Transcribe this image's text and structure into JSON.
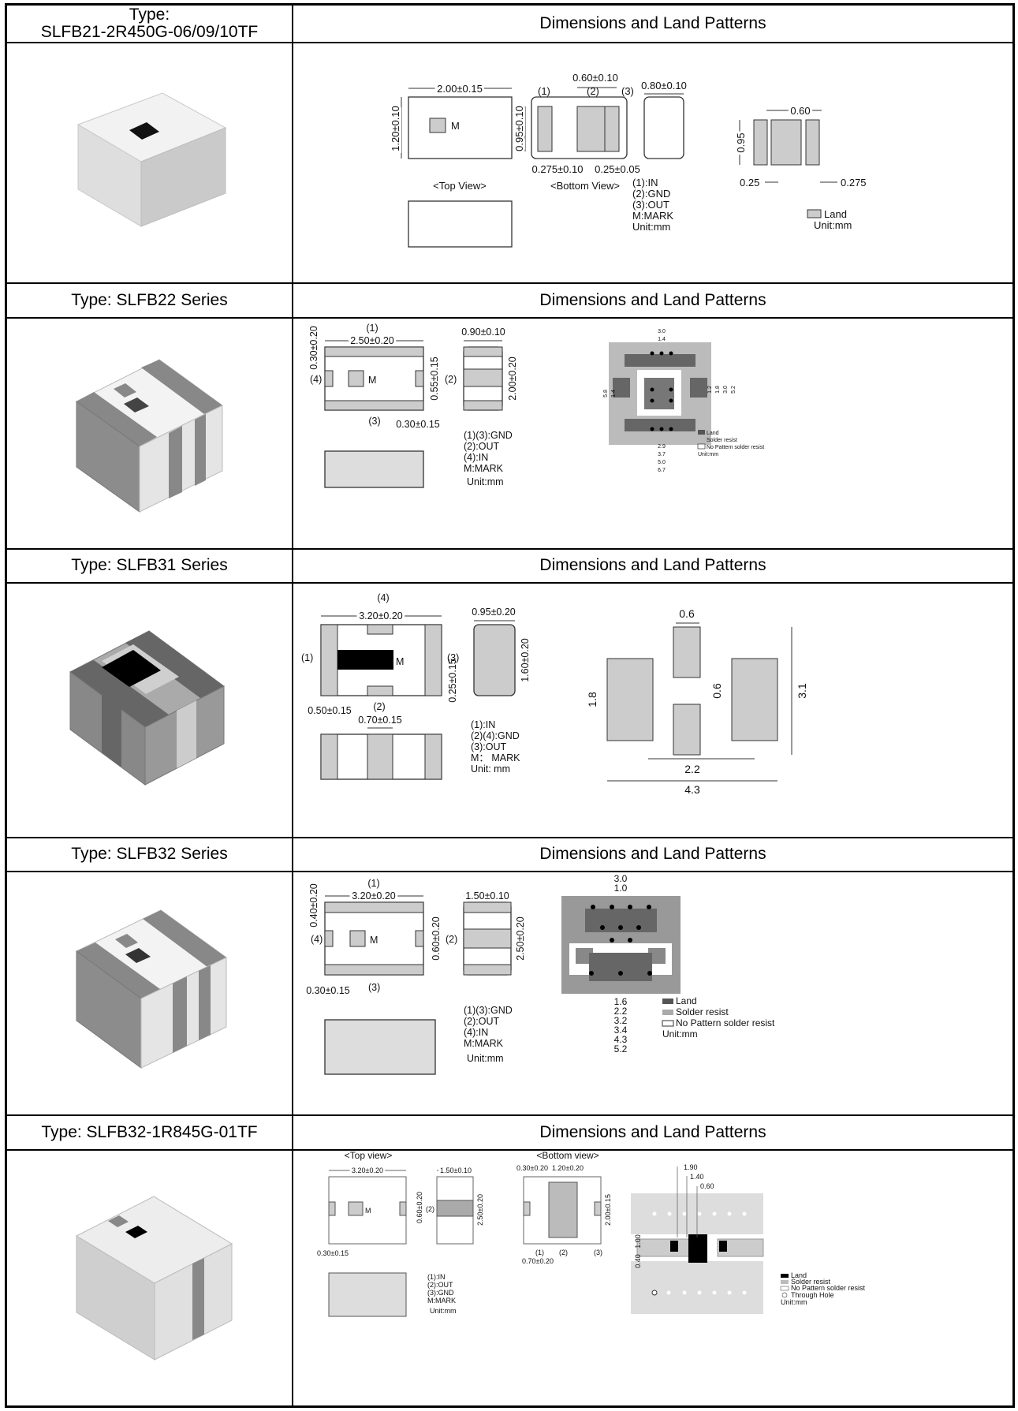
{
  "sections": [
    {
      "type_label": "Type:\nSLFB21-2R450G-06/09/10TF",
      "dims_label": "Dimensions and Land Patterns",
      "drawing": {
        "top_width": "2.00±0.15",
        "top_height": "1.20±0.10",
        "mark": "M",
        "top_view_caption": "<Top View>",
        "bottom_view_caption": "<Bottom View>",
        "pin1": "(1)",
        "pin2": "(2)",
        "pin3": "(3)",
        "mid_width": "0.60±0.10",
        "bottom_height": "0.95±0.10",
        "left_term": "0.275±0.10",
        "right_term": "0.25±0.05",
        "side_width": "0.80±0.10",
        "legend": [
          "(1):IN",
          "(2):GND",
          "(3):OUT",
          "M:MARK",
          "Unit:mm"
        ],
        "land_gap": "0.60",
        "land_height": "0.95",
        "land_left": "0.25",
        "land_right": "0.275",
        "land_legend": "Land",
        "land_unit": "Unit:mm"
      }
    },
    {
      "type_label": "Type: SLFB22 Series",
      "dims_label": "Dimensions and Land Patterns",
      "drawing": {
        "pin1": "(1)",
        "pin2": "(2)",
        "pin3": "(3)",
        "pin4": "(4)",
        "mark": "M",
        "width": "2.50±0.20",
        "top_band": "0.30±0.20",
        "pad_height": "0.55±0.15",
        "pad_width": "0.30±0.15",
        "side_width": "0.90±0.10",
        "side_height": "2.00±0.20",
        "legend": [
          "(1)(3):GND",
          "(2):OUT",
          "(4):IN",
          "M:MARK",
          "Unit:mm"
        ],
        "lp_top": [
          "3.0",
          "1.4"
        ],
        "lp_left": [
          "5.8",
          "1.4"
        ],
        "lp_right": [
          "1.2",
          "1.8",
          "3.0",
          "5.2"
        ],
        "lp_bottom": [
          "2.9",
          "3.7",
          "5.0",
          "6.7"
        ],
        "lp_legend": [
          "Land",
          "Solder resist",
          "No Pattern solder resist",
          "Unit:mm"
        ]
      }
    },
    {
      "type_label": "Type: SLFB31 Series",
      "dims_label": "Dimensions and Land Patterns",
      "drawing": {
        "pin1": "(1)",
        "pin2": "(2)",
        "pin3": "(3)",
        "pin4": "(4)",
        "mark": "M",
        "width": "3.20±0.20",
        "term_width": "0.50±0.15",
        "pad_height": "0.25±0.15",
        "gnd_width": "0.70±0.15",
        "side_width": "0.95±0.20",
        "side_height": "1.60±0.20",
        "legend": [
          "(1):IN",
          "(2)(4):GND",
          "(3):OUT",
          "M： MARK",
          "Unit: mm"
        ],
        "lp_pad_w": "0.6",
        "lp_gap": "0.6",
        "lp_h": "1.8",
        "lp_total_h": "3.1",
        "lp_inner": "2.2",
        "lp_total_w": "4.3"
      }
    },
    {
      "type_label": "Type: SLFB32 Series",
      "dims_label": "Dimensions and Land Patterns",
      "drawing": {
        "pin1": "(1)",
        "pin2": "(2)",
        "pin3": "(3)",
        "pin4": "(4)",
        "mark": "M",
        "width": "3.20±0.20",
        "top_band": "0.40±0.20",
        "pad_height": "0.60±0.20",
        "pad_width": "0.30±0.15",
        "side_width": "1.50±0.10",
        "side_height": "2.50±0.20",
        "legend": [
          "(1)(3):GND",
          "(2):OUT",
          "(4):IN",
          "M:MARK",
          "Unit:mm"
        ],
        "lp_top": [
          "3.0",
          "1.0"
        ],
        "lp_bottom": [
          "1.6",
          "2.2",
          "3.2",
          "3.4",
          "4.3",
          "5.2"
        ],
        "lp_legend": [
          "Land",
          "Solder resist",
          "No Pattern solder resist",
          "Unit:mm"
        ]
      }
    },
    {
      "type_label": "Type: SLFB32-1R845G-01TF",
      "dims_label": "Dimensions and Land Patterns",
      "drawing": {
        "top_caption": "<Top view>",
        "bottom_caption": "<Bottom view>",
        "width": "3.20±0.20",
        "pad_height": "0.60±0.20",
        "pin2": "(2)",
        "mark": "M",
        "pad_width": "0.30±0.15",
        "side_width": "1.50±0.10",
        "side_height": "2.50±0.20",
        "legend": [
          "(1):IN",
          "(2):OUT",
          "(3):GND",
          "M:MARK",
          "Unit:mm"
        ],
        "b_left": "0.30±0.20",
        "b_mid": "1.20±0.20",
        "b_height": "2.00±0.15",
        "b_pin1": "(1)",
        "b_pin2": "(2)",
        "b_pin3": "(3)",
        "b_term": "0.70±0.20",
        "lp_dims": [
          "1.90",
          "1.40",
          "0.60",
          "1.00",
          "0.40"
        ],
        "lp_legend": [
          "Land",
          "Solder resist",
          "No Pattern solder resist",
          "Through Hole",
          "Unit:mm"
        ]
      }
    }
  ]
}
